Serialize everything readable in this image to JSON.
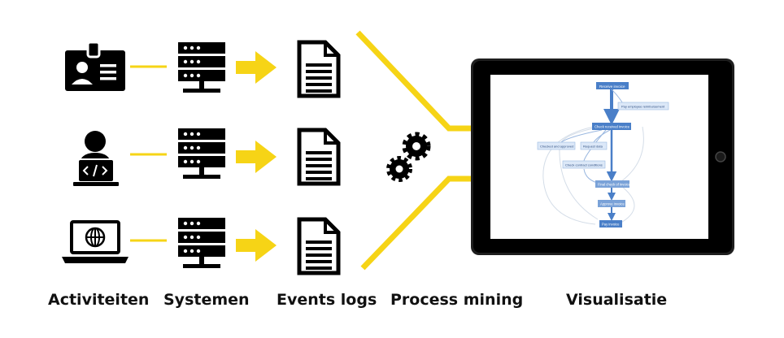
{
  "colors": {
    "accent": "#f6d416",
    "ink": "#000000",
    "flow": "#4a7fc8",
    "flow_light": "#dce8f8"
  },
  "labels": {
    "activities": "Activiteiten",
    "systems": "Systemen",
    "event_logs": "Events logs",
    "process_mining": "Process mining",
    "visualisation": "Visualisatie"
  },
  "icons": {
    "rows": [
      "id-badge-icon",
      "developer-icon",
      "laptop-globe-icon"
    ],
    "system": "server-icon",
    "log": "document-icon",
    "mining": "gears-icon"
  },
  "process_map": {
    "nodes": [
      "Receive invoice",
      "Pay employee reimbursement",
      "Check received invoice",
      "Checked and approved",
      "Request data",
      "Check contract conditions",
      "Final check of invoice",
      "Approve invoice",
      "Pay invoice"
    ]
  }
}
